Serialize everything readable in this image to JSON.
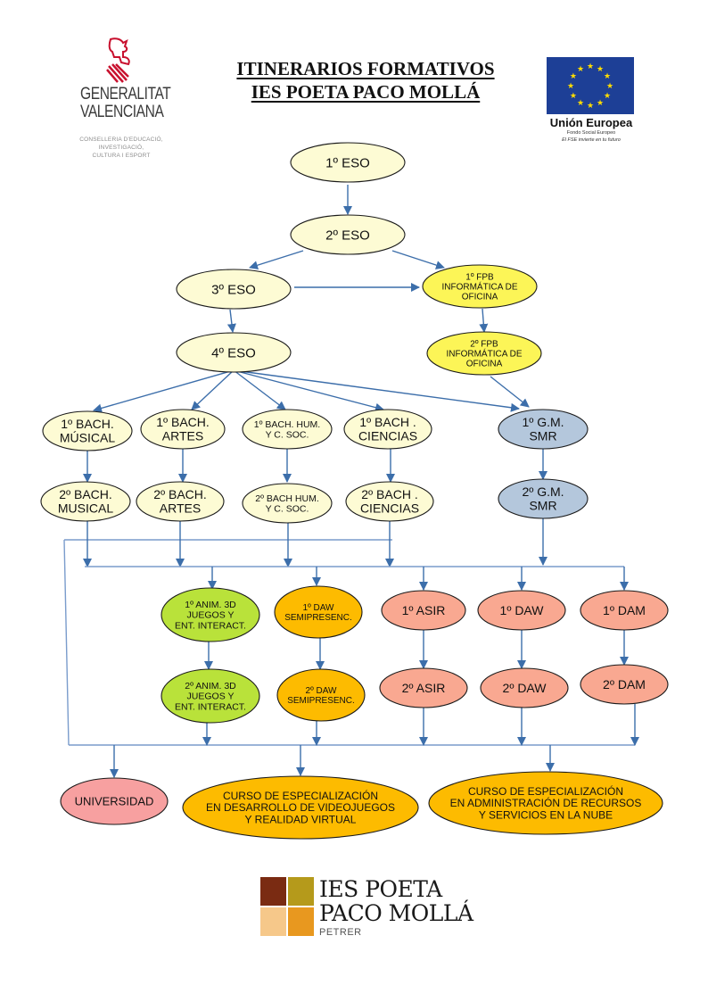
{
  "header": {
    "title_line1": "ITINERARIOS FORMATIVOS",
    "title_line2": "IES POETA PACO MOLLÁ"
  },
  "logos": {
    "generalitat": {
      "name_line1": "GENERALITAT",
      "name_line2": "VALENCIANA",
      "sub_line1": "CONSELLERIA D'EDUCACIÓ, INVESTIGACIÓ,",
      "sub_line2": "CULTURA I ESPORT",
      "icon": "valencia-coat-of-arms-icon"
    },
    "eu": {
      "name": "Unión Europea",
      "sub1": "Fondo Social Europeo",
      "sub2": "El FSE invierte en tu futuro",
      "icon": "eu-flag-icon"
    },
    "ies": {
      "line1": "IES POETA",
      "line2": "PACO MOLLÁ",
      "town": "PETRER",
      "icon": "school-tiles-icon"
    }
  },
  "colors": {
    "eso": "#fdfbd4",
    "fpb": "#fcf557",
    "gm": "#b4c7dc",
    "anim": "#b9e23a",
    "daw_semi": "#fdbb00",
    "fp_sup": "#f9a891",
    "uni": "#f7a0a0",
    "curso": "#fdbb00",
    "arrow": "#3c6eaa",
    "line": "#7a9ccc"
  },
  "nodes": [
    {
      "id": "eso1",
      "lines": [
        "1º ESO"
      ],
      "color": "eso",
      "fs": 15
    },
    {
      "id": "eso2",
      "lines": [
        "2º ESO"
      ],
      "color": "eso",
      "fs": 15
    },
    {
      "id": "eso3",
      "lines": [
        "3º ESO"
      ],
      "color": "eso",
      "fs": 15
    },
    {
      "id": "eso4",
      "lines": [
        "4º ESO"
      ],
      "color": "eso",
      "fs": 15
    },
    {
      "id": "fpb1",
      "lines": [
        "1º FPB",
        "INFORMÁTICA DE",
        "OFICINA"
      ],
      "color": "fpb",
      "fs": 10
    },
    {
      "id": "fpb2",
      "lines": [
        "2º FPB",
        "INFORMÁTICA DE",
        "OFICINA"
      ],
      "color": "fpb",
      "fs": 10
    },
    {
      "id": "bmus1",
      "lines": [
        "1º BACH.",
        "MÚSICAL"
      ],
      "color": "eso",
      "fs": 14
    },
    {
      "id": "bart1",
      "lines": [
        "1º BACH.",
        "ARTES"
      ],
      "color": "eso",
      "fs": 14
    },
    {
      "id": "bhum1",
      "lines": [
        "1º BACH. HUM.",
        "Y C. SOC."
      ],
      "color": "eso",
      "fs": 10.5
    },
    {
      "id": "bcie1",
      "lines": [
        "1º BACH .",
        "CIENCIAS"
      ],
      "color": "eso",
      "fs": 14
    },
    {
      "id": "gm1",
      "lines": [
        "1º G.M.",
        "SMR"
      ],
      "color": "gm",
      "fs": 14
    },
    {
      "id": "bmus2",
      "lines": [
        "2º BACH.",
        "MUSICAL"
      ],
      "color": "eso",
      "fs": 14
    },
    {
      "id": "bart2",
      "lines": [
        "2º BACH.",
        "ARTES"
      ],
      "color": "eso",
      "fs": 14
    },
    {
      "id": "bhum2",
      "lines": [
        "2º BACH HUM.",
        "Y C. SOC."
      ],
      "color": "eso",
      "fs": 10.5
    },
    {
      "id": "bcie2",
      "lines": [
        "2º BACH .",
        "CIENCIAS"
      ],
      "color": "eso",
      "fs": 14
    },
    {
      "id": "gm2",
      "lines": [
        "2º G.M.",
        "SMR"
      ],
      "color": "gm",
      "fs": 14
    },
    {
      "id": "anim1",
      "lines": [
        "1º ANIM. 3D",
        "JUEGOS Y",
        "ENT. INTERACT."
      ],
      "color": "anim",
      "fs": 10.5
    },
    {
      "id": "dsemi1",
      "lines": [
        "1º  DAW",
        "SEMIPRESENC."
      ],
      "color": "daw_semi",
      "fs": 10
    },
    {
      "id": "asir1",
      "lines": [
        "1º ASIR"
      ],
      "color": "fp_sup",
      "fs": 14
    },
    {
      "id": "daw1",
      "lines": [
        "1º DAW"
      ],
      "color": "fp_sup",
      "fs": 14
    },
    {
      "id": "dam1",
      "lines": [
        "1º DAM"
      ],
      "color": "fp_sup",
      "fs": 14
    },
    {
      "id": "anim2",
      "lines": [
        "2º ANIM. 3D",
        "JUEGOS Y",
        "ENT. INTERACT."
      ],
      "color": "anim",
      "fs": 10.5
    },
    {
      "id": "dsemi2",
      "lines": [
        "2º  DAW",
        "SEMIPRESENC."
      ],
      "color": "daw_semi",
      "fs": 10
    },
    {
      "id": "asir2",
      "lines": [
        "2º ASIR"
      ],
      "color": "fp_sup",
      "fs": 14
    },
    {
      "id": "daw2",
      "lines": [
        "2º DAW"
      ],
      "color": "fp_sup",
      "fs": 14
    },
    {
      "id": "dam2",
      "lines": [
        "2º DAM"
      ],
      "color": "fp_sup",
      "fs": 14
    },
    {
      "id": "uni",
      "lines": [
        "UNIVERSIDAD"
      ],
      "color": "uni",
      "fs": 13
    },
    {
      "id": "ce_video",
      "lines": [
        "CURSO DE ESPECIALIZACIÓN",
        "EN DESARROLLO DE VIDEOJUEGOS",
        "Y REALIDAD VIRTUAL"
      ],
      "color": "curso",
      "fs": 12
    },
    {
      "id": "ce_nube",
      "lines": [
        "CURSO DE ESPECIALIZACIÓN",
        "EN ADMINISTRACIÓN DE RECURSOS",
        "Y SERVICIOS EN LA NUBE"
      ],
      "color": "curso",
      "fs": 12
    }
  ],
  "edges": [
    [
      "eso1",
      "eso2"
    ],
    [
      "eso2",
      "eso3"
    ],
    [
      "eso2",
      "fpb1"
    ],
    [
      "eso3",
      "fpb1"
    ],
    [
      "eso3",
      "eso4"
    ],
    [
      "fpb1",
      "fpb2"
    ],
    [
      "eso4",
      "bmus1"
    ],
    [
      "eso4",
      "bart1"
    ],
    [
      "eso4",
      "bhum1"
    ],
    [
      "eso4",
      "bcie1"
    ],
    [
      "eso4",
      "gm1"
    ],
    [
      "fpb2",
      "gm1"
    ],
    [
      "bmus1",
      "bmus2"
    ],
    [
      "bart1",
      "bart2"
    ],
    [
      "bhum1",
      "bhum2"
    ],
    [
      "bcie1",
      "bcie2"
    ],
    [
      "gm1",
      "gm2"
    ],
    [
      "anim1",
      "anim2"
    ],
    [
      "dsemi1",
      "dsemi2"
    ],
    [
      "asir1",
      "asir2"
    ],
    [
      "daw1",
      "daw2"
    ],
    [
      "dam1",
      "dam2"
    ],
    [
      "bus1",
      "anim1"
    ],
    [
      "bus1",
      "dsemi1"
    ],
    [
      "bus1",
      "asir1"
    ],
    [
      "bus1",
      "daw1"
    ],
    [
      "bus1",
      "dam1"
    ],
    [
      "bus2",
      "uni"
    ],
    [
      "bus2",
      "ce_video"
    ],
    [
      "bus2",
      "ce_nube"
    ]
  ]
}
